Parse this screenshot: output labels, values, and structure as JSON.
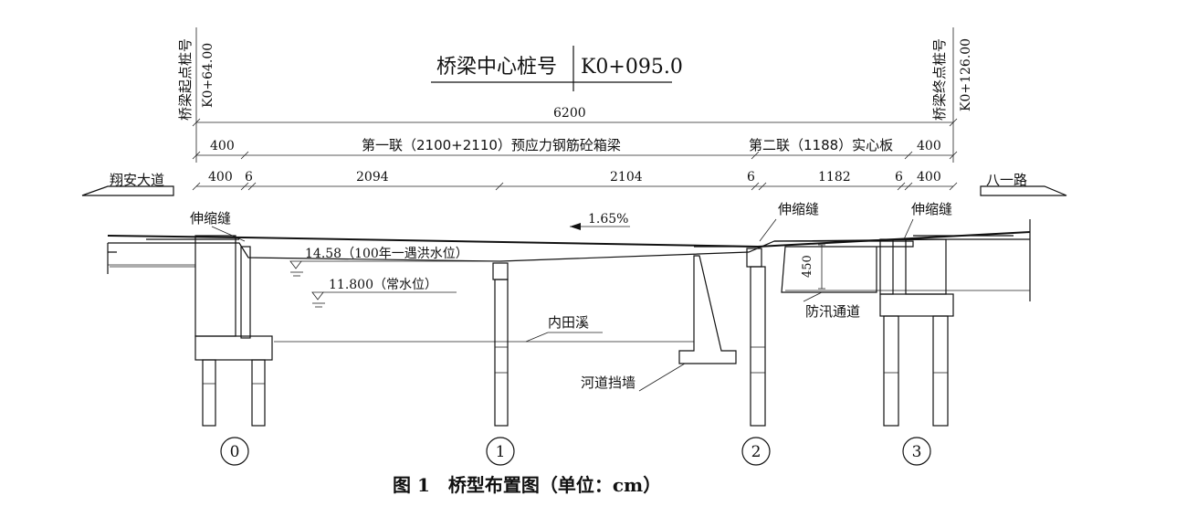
{
  "title_block": {
    "label": "桥梁中心桩号",
    "value": "K0+095.0"
  },
  "start_station": {
    "label": "桥梁起点桩号",
    "value": "K0+64.00"
  },
  "end_station": {
    "label": "桥梁终点桩号",
    "value": "K0+126.00"
  },
  "dimensions": {
    "total": "6200",
    "span_group_1": "第一联（2100+2110）预应力钢筋砼箱梁",
    "span_group_2": "第二联（1188）实心板",
    "top_left": "400",
    "top_right": "400",
    "row2": [
      "400",
      "6",
      "2094",
      "2104",
      "6",
      "1182",
      "6",
      "400"
    ]
  },
  "roads": {
    "left": "翔安大道",
    "right": "八一路"
  },
  "annotations": {
    "joint_left": "伸缩缝",
    "joint_mid": "伸缩缝",
    "joint_right": "伸缩缝",
    "slope": "1.65%",
    "flood_level": "14.58（100年一遇洪水位）",
    "normal_level": "11.800（常水位）",
    "stream": "内田溪",
    "retaining_wall": "河道挡墙",
    "flood_passage": "防汛通道",
    "clearance": "450"
  },
  "piers": [
    "0",
    "1",
    "2",
    "3"
  ],
  "caption": "图 1　桥型布置图（单位：cm）"
}
